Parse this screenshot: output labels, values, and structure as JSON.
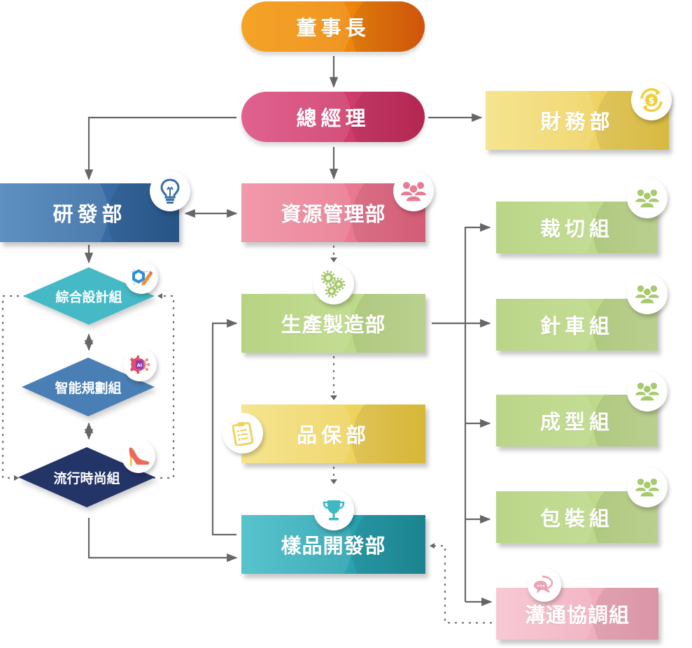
{
  "title": "Organization Chart",
  "nodes": {
    "chairman": {
      "label": "董事長",
      "color_from": "#f39a0f",
      "color_to": "#e05a0c"
    },
    "general_manager": {
      "label": "總經理",
      "color_from": "#db4c81",
      "color_to": "#c22a59"
    },
    "finance": {
      "label": "財務部",
      "color_from": "#f3e07a",
      "color_to": "#ecc94a",
      "icon": "dollar-cycle-icon"
    },
    "rnd": {
      "label": "研發部",
      "color_from": "#4a81b8",
      "color_to": "#2b5a91",
      "icon": "lightbulb-icon"
    },
    "hr": {
      "label": "資源管理部",
      "color_from": "#ef90a3",
      "color_to": "#e46a84",
      "icon": "people-icon"
    },
    "production": {
      "label": "生產製造部",
      "color_from": "#b0cf74",
      "color_to": "#c8e09b",
      "icon": "gears-icon"
    },
    "qa": {
      "label": "品保部",
      "color_from": "#f4e283",
      "color_to": "#e8c53a",
      "icon": "clipboard-icon"
    },
    "sample_dev": {
      "label": "樣品開發部",
      "color_from": "#45bdc8",
      "color_to": "#1e8e9a",
      "icon": "trophy-icon"
    }
  },
  "rnd_groups": [
    {
      "label": "綜合設計組",
      "color": "#45bac6",
      "icon": "design-tool-icon"
    },
    {
      "label": "智能規劃組",
      "color": "#4a7fb5",
      "icon": "ai-gear-icon"
    },
    {
      "label": "流行時尚組",
      "color": "#233466",
      "icon": "high-heel-icon"
    }
  ],
  "production_groups": [
    {
      "label": "裁切組",
      "icon": "people-icon"
    },
    {
      "label": "針車組",
      "icon": "people-icon"
    },
    {
      "label": "成型組",
      "icon": "people-icon"
    },
    {
      "label": "包裝組",
      "icon": "people-icon"
    }
  ],
  "coordination_group": {
    "label": "溝通協調組",
    "icon": "chat-bubbles-icon",
    "color_from": "#f6bfcc",
    "color_to": "#eca1b3"
  },
  "colors": {
    "connector": "#666666",
    "group_green_from": "#b3d17a",
    "group_green_to": "#c8df9a"
  }
}
